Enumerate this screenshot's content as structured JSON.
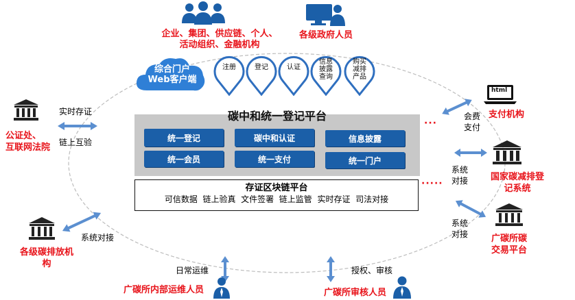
{
  "top": {
    "enterprise_label_line1": "企业、集团、供应链、个人、",
    "enterprise_label_line2": "活动组织、金融机构",
    "government_label": "各级政府人员"
  },
  "portal": {
    "cloud_line1": "综合门户",
    "cloud_line2": "Web客户端",
    "pins": [
      "注册",
      "登记",
      "认证",
      "信息\n披露\n查询",
      "购买\n减排\n产品"
    ]
  },
  "platform": {
    "title": "碳中和统一登记平台",
    "modules": [
      "统一登记",
      "碳中和认证",
      "信息披露",
      "统一会员",
      "统一支付",
      "统一门户"
    ]
  },
  "blockchain": {
    "title": "存证区块链平台",
    "items": "可信数据  链上验真  文件签署  链上监管  实时存证  司法对接"
  },
  "left": {
    "notary_label_line1": "公证处、",
    "notary_label_line2": "互联网法院",
    "sync_label": "实时存证",
    "verify_label": "链上互验",
    "emitters_label_line1": "各级碳排放机",
    "emitters_label_line2": "构",
    "emitters_link_label": "系统对接"
  },
  "right": {
    "html_icon_text": "html",
    "payment_label": "支付机构",
    "fee_label_line1": "会费",
    "fee_label_line2": "支付",
    "registry_link_line1": "系统",
    "registry_link_line2": "对接",
    "registry_label_line1": "国家碳减排登",
    "registry_label_line2": "记系统",
    "exchange_link_line1": "系统",
    "exchange_link_line2": "对接",
    "exchange_label_line1": "广碳所碳",
    "exchange_label_line2": "交易平台"
  },
  "bottom": {
    "ops_link_label": "日常运维",
    "ops_label": "广碳所内部运维人员",
    "audit_link_label": "授权、审核",
    "audit_label": "广碳所审核人员"
  },
  "colors": {
    "accent_blue": "#1b5fa8",
    "arrow_blue": "#5b8fd0",
    "title_red": "#e8141b",
    "platform_gray": "#c8c8c8"
  }
}
